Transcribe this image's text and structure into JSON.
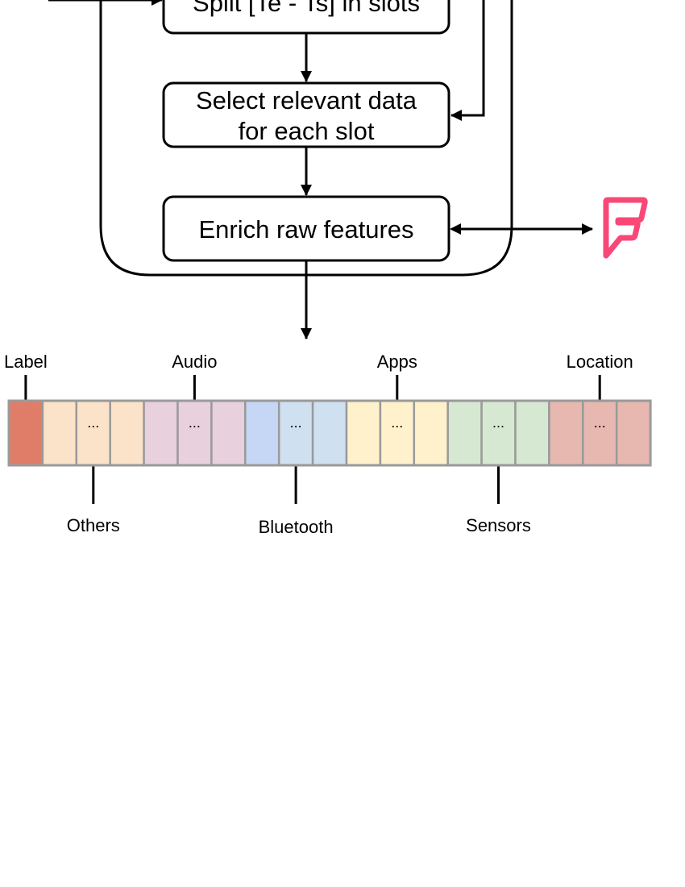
{
  "steps": [
    {
      "lines": [
        "Split [Te - Ts] in slots"
      ]
    },
    {
      "lines": [
        "Select relevant data",
        "for each slot"
      ]
    },
    {
      "lines": [
        "Enrich raw features"
      ]
    }
  ],
  "external_logo": {
    "icon": "foursquare-logo-icon",
    "color": "#f94877"
  },
  "feature_vector": {
    "ellipsis": "...",
    "groups": [
      {
        "name": "Label",
        "colors": [
          "#e07d68"
        ]
      },
      {
        "name": "Others",
        "colors": [
          "#fae3c8",
          "#fae3c8",
          "#fae3c8"
        ]
      },
      {
        "name": "Audio",
        "colors": [
          "#e8d0dd",
          "#e8d0dd",
          "#e8d0dd"
        ]
      },
      {
        "name": "Bluetooth",
        "colors": [
          "#c6d7f5",
          "#cfe0f1",
          "#cfe0f1"
        ]
      },
      {
        "name": "Apps",
        "colors": [
          "#fff1cc",
          "#fff1cc",
          "#fff1cc"
        ]
      },
      {
        "name": "Sensors",
        "colors": [
          "#d7e8d2",
          "#d7e8d2",
          "#d7e8d2"
        ]
      },
      {
        "name": "Location",
        "colors": [
          "#e6b8b0",
          "#e6b8b0",
          "#e6b8b0"
        ]
      }
    ]
  }
}
